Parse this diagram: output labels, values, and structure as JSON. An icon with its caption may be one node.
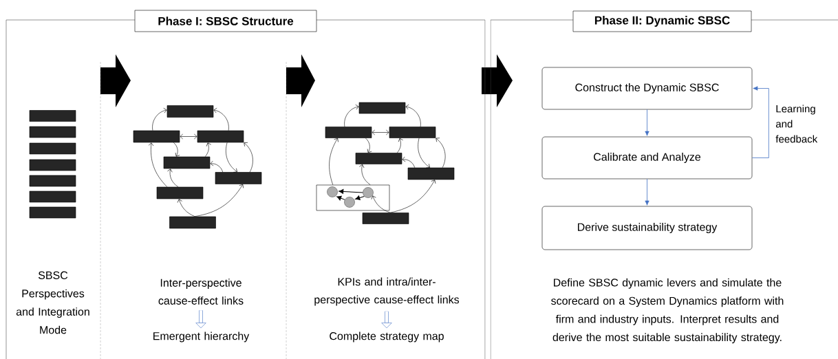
{
  "diagram": {
    "nodes": [
      {
        "text": [
          "Phase I: SBSC Structure"
        ]
      },
      {
        "text": [
          "Phase II: Dynamic SBSC"
        ]
      },
      {
        "text": [],
        "shape": "bar",
        "in": 0
      },
      {
        "text": [],
        "shape": "bar",
        "in": 0
      },
      {
        "text": [],
        "shape": "bar",
        "in": 0
      },
      {
        "text": [],
        "shape": "bar",
        "in": 0
      },
      {
        "text": [],
        "shape": "bar",
        "in": 0
      },
      {
        "text": [],
        "shape": "bar",
        "in": 0
      },
      {
        "text": [],
        "shape": "bar",
        "in": 0
      },
      {
        "text": [],
        "shape": "bar",
        "in": 0
      },
      {
        "text": [],
        "shape": "bar",
        "in": 0
      },
      {
        "text": [],
        "shape": "bar",
        "in": 0
      },
      {
        "text": [],
        "shape": "bar",
        "in": 0
      },
      {
        "text": [],
        "shape": "bar",
        "in": 0
      },
      {
        "text": [],
        "shape": "bar",
        "in": 0
      },
      {
        "text": [],
        "shape": "bar",
        "in": 0
      },
      {
        "text": [
          "Inter-perspective cause-effect links"
        ],
        "in": 0
      },
      {
        "text": [
          "Emergent hierarchy"
        ],
        "in": 0
      },
      {
        "text": [],
        "shape": "bar",
        "in": 0
      },
      {
        "text": [],
        "shape": "bar",
        "in": 0
      },
      {
        "text": [],
        "shape": "bar",
        "in": 0
      },
      {
        "text": [],
        "shape": "bar",
        "in": 0
      },
      {
        "text": [],
        "shape": "bar",
        "in": 0
      },
      {
        "text": [],
        "shape": "box",
        "in": 0
      },
      {
        "text": [],
        "shape": "circle",
        "in": 23
      },
      {
        "text": [],
        "shape": "circle",
        "in": 23
      },
      {
        "text": [],
        "shape": "circle",
        "in": 23
      },
      {
        "text": [],
        "shape": "bar",
        "in": 0
      },
      {
        "text": [
          "KPIs and intra/inter-perspective cause-effect links"
        ],
        "in": 0
      },
      {
        "text": [
          "Complete strategy map"
        ],
        "in": 0
      },
      {
        "text": [
          "Construct the Dynamic SBSC"
        ],
        "in": 1
      },
      {
        "text": [
          "Calibrate and Analyze"
        ],
        "in": 1
      },
      {
        "text": [
          "Derive sustainability strategy"
        ],
        "in": 1
      }
    ],
    "edges": [
      {
        "from": 10,
        "to": 9,
        "arrow": "to"
      },
      {
        "from": 11,
        "to": 9,
        "arrow": "to"
      },
      {
        "from": 10,
        "to": 11,
        "arrow": "both"
      },
      {
        "from": 10,
        "to": 12,
        "arrow": "to"
      },
      {
        "from": 12,
        "to": 11,
        "arrow": "to"
      },
      {
        "from": 13,
        "to": 12,
        "arrow": "to"
      },
      {
        "from": 11,
        "to": 13,
        "arrow": "to"
      },
      {
        "from": 13,
        "to": 11,
        "arrow": "to"
      },
      {
        "from": 14,
        "to": 10,
        "arrow": "to"
      },
      {
        "from": 14,
        "to": 12,
        "arrow": "to"
      },
      {
        "from": 15,
        "to": 14,
        "arrow": "to"
      },
      {
        "from": 15,
        "to": 13,
        "arrow": "to"
      },
      {
        "from": 19,
        "to": 18,
        "arrow": "to"
      },
      {
        "from": 20,
        "to": 18,
        "arrow": "to"
      },
      {
        "from": 19,
        "to": 20,
        "arrow": "both"
      },
      {
        "from": 19,
        "to": 21,
        "arrow": "to"
      },
      {
        "from": 21,
        "to": 20,
        "arrow": "to"
      },
      {
        "from": 22,
        "to": 21,
        "arrow": "to"
      },
      {
        "from": 20,
        "to": 22,
        "arrow": "to"
      },
      {
        "from": 22,
        "to": 20,
        "arrow": "to"
      },
      {
        "from": 23,
        "to": 19,
        "arrow": "to"
      },
      {
        "from": 23,
        "to": 21,
        "arrow": "to"
      },
      {
        "from": 27,
        "to": 26,
        "arrow": "to"
      },
      {
        "from": 27,
        "to": 22,
        "arrow": "to"
      },
      {
        "from": 26,
        "to": 24,
        "arrow": "to"
      },
      {
        "from": 26,
        "to": 25,
        "arrow": "to"
      },
      {
        "from": 25,
        "to": 24,
        "arrow": "to"
      },
      {
        "from": 16,
        "to": 17,
        "arrow": "to",
        "color": "#4472c4",
        "style": "thick"
      },
      {
        "from": 28,
        "to": 29,
        "arrow": "to",
        "color": "#4472c4",
        "style": "thick"
      },
      {
        "from": 30,
        "to": 31,
        "arrow": "to",
        "color": "#4472c4"
      },
      {
        "from": 31,
        "to": 32,
        "arrow": "to",
        "color": "#4472c4"
      },
      {
        "from": 31,
        "to": 30,
        "arrow": "to",
        "color": "#4472c4",
        "label": "Learning and feedback"
      }
    ],
    "labels": [
      "SBSC Perspectives and Integration Mode",
      "Define SBSC dynamic levers and simulate the scorecard on a System Dynamics platform with firm and industry inputs. Interpret results and derive the most suitable sustainability strategy."
    ]
  }
}
